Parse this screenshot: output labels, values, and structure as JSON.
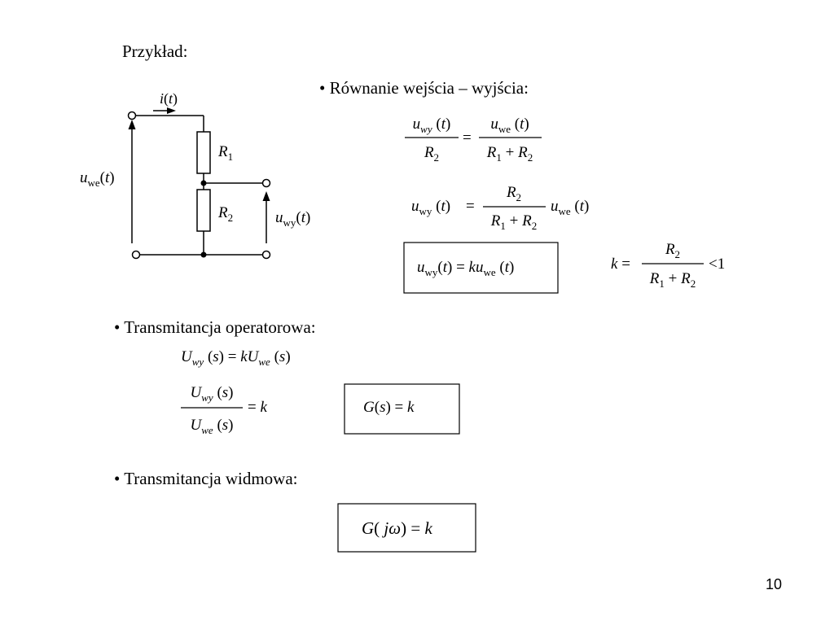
{
  "title": "Przykład:",
  "circuit": {
    "current": {
      "main": "i",
      "arg": "t"
    },
    "r1": {
      "main": "R",
      "sub": "1"
    },
    "r2": {
      "main": "R",
      "sub": "2"
    },
    "input_voltage": {
      "main": "u",
      "sub": "we",
      "arg": "t"
    },
    "output_voltage": {
      "main": "u",
      "sub": "wy",
      "arg": "t"
    }
  },
  "sections": {
    "io_equation": "• Równanie wejścia – wyjścia:",
    "operator_transfer": "• Transmitancja operatorowa:",
    "spectral_transfer": "• Transmitancja widmowa:"
  },
  "equations": {
    "eq1": {
      "lhs_num": {
        "main": "u",
        "sub": "wy",
        "arg": "t"
      },
      "lhs_den": {
        "main": "R",
        "sub": "2"
      },
      "equals": "=",
      "rhs_num": {
        "main": "u",
        "sub": "we",
        "arg": "t"
      },
      "rhs_den": {
        "r1": "R",
        "s1": "1",
        "plus": "+",
        "r2": "R",
        "s2": "2"
      }
    },
    "eq2": {
      "lhs": {
        "main": "u",
        "sub": "wy",
        "arg": "t"
      },
      "equals": "=",
      "frac_num": {
        "main": "R",
        "sub": "2"
      },
      "frac_den": {
        "r1": "R",
        "s1": "1",
        "plus": "+",
        "r2": "R",
        "s2": "2"
      },
      "rhs": {
        "main": "u",
        "sub": "we",
        "arg": "t"
      }
    },
    "eq3_boxed": {
      "lhs": {
        "main": "u",
        "sub": "wy",
        "arg": "t"
      },
      "equals": "=",
      "k": "k",
      "rhs": {
        "main": "u",
        "sub": "we",
        "arg": "t"
      }
    },
    "eq_k": {
      "k": "k",
      "equals": "=",
      "frac_num": {
        "main": "R",
        "sub": "2"
      },
      "frac_den": {
        "r1": "R",
        "s1": "1",
        "plus": "+",
        "r2": "R",
        "s2": "2"
      },
      "rel": "<",
      "bound": "1"
    },
    "eq4": {
      "lhs": {
        "main": "U",
        "sub": "wy",
        "arg": "s"
      },
      "equals": "=",
      "k": "k",
      "rhs": {
        "main": "U",
        "sub": "we",
        "arg": "s"
      }
    },
    "eq5": {
      "num": {
        "main": "U",
        "sub": "wy",
        "arg": "s"
      },
      "den": {
        "main": "U",
        "sub": "we",
        "arg": "s"
      },
      "equals": "=",
      "k": "k"
    },
    "eq6_boxed": {
      "G": "G",
      "arg": "s",
      "equals": "=",
      "k": "k"
    },
    "eq7_boxed": {
      "G": "G",
      "j": "j",
      "omega": "ω",
      "equals": "=",
      "k": "k"
    }
  },
  "page_number": "10"
}
